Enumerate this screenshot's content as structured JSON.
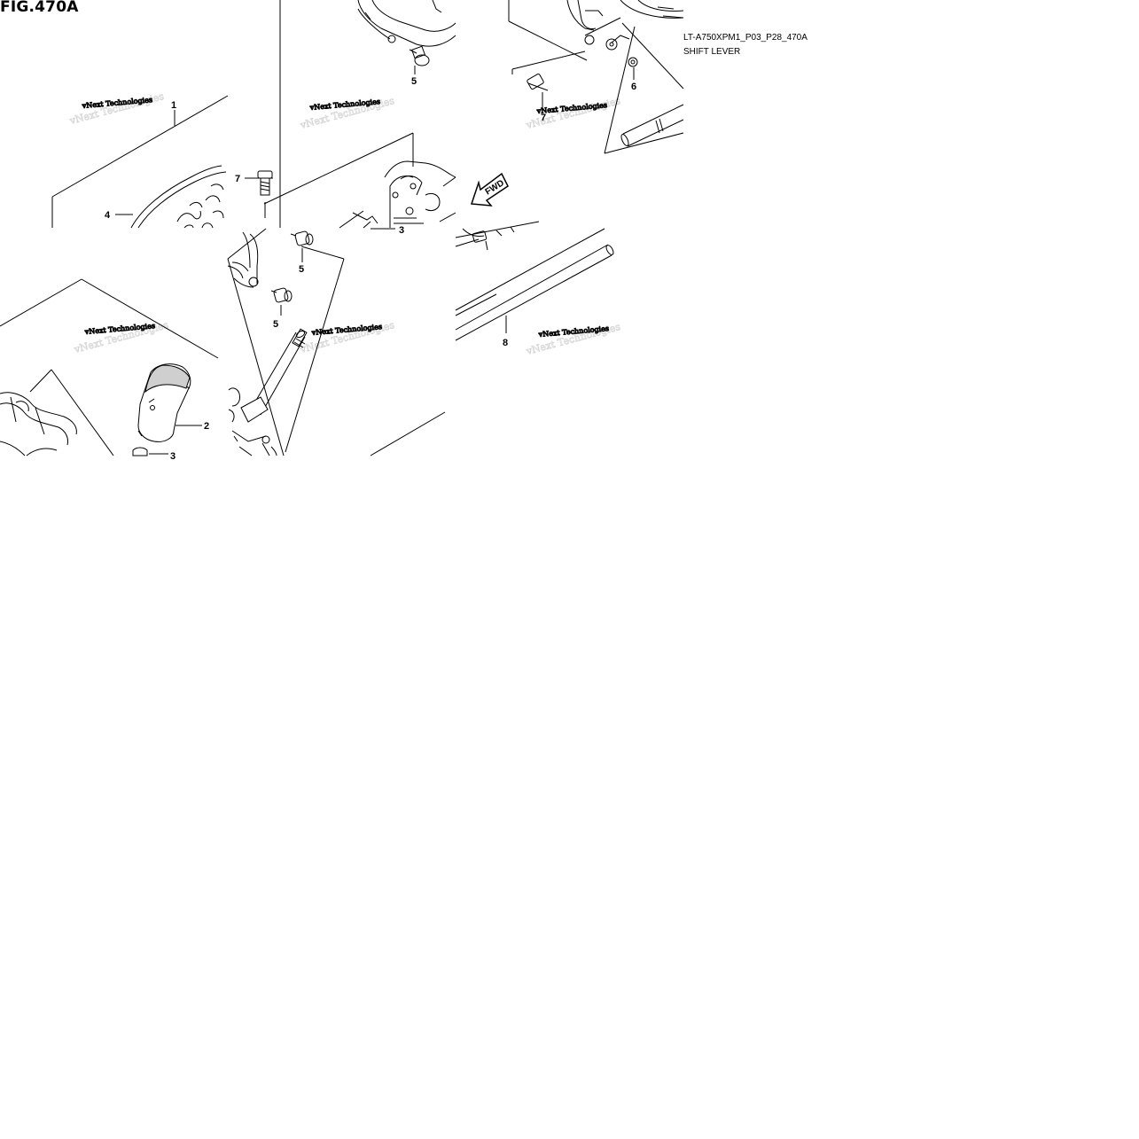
{
  "figure": {
    "title": "FIG.470A",
    "code": "LT-A750XPM1_P03_P28_470A",
    "name": "SHIFT LEVER"
  },
  "fwd_label": "FWD",
  "callouts": [
    {
      "id": "c1",
      "text": "1"
    },
    {
      "id": "c2",
      "text": "2"
    },
    {
      "id": "c3a",
      "text": "3"
    },
    {
      "id": "c3b",
      "text": "3"
    },
    {
      "id": "c4",
      "text": "4"
    },
    {
      "id": "c5a",
      "text": "5"
    },
    {
      "id": "c5b",
      "text": "5"
    },
    {
      "id": "c5c",
      "text": "5"
    },
    {
      "id": "c6",
      "text": "6"
    },
    {
      "id": "c7a",
      "text": "7"
    },
    {
      "id": "c7b",
      "text": "7"
    },
    {
      "id": "c8",
      "text": "8"
    }
  ],
  "watermark": {
    "line1": "vNext Technologies",
    "line2": "vNext Technologies"
  }
}
